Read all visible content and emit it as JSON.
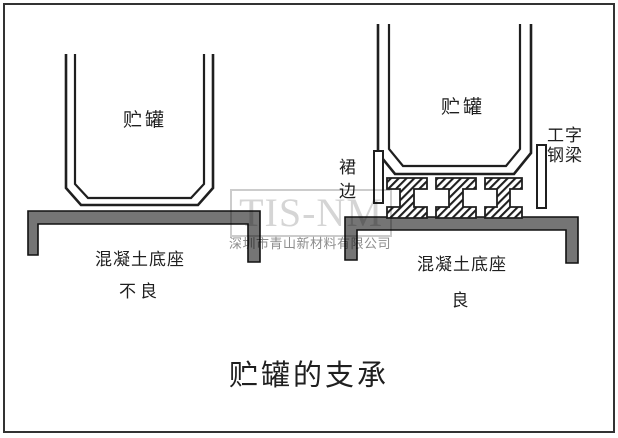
{
  "figure": {
    "title": "贮罐的支承"
  },
  "left_diagram": {
    "tank_label": "贮罐",
    "base_label": "混凝土底座",
    "verdict_label": "不良"
  },
  "right_diagram": {
    "tank_label": "贮罐",
    "skirt_label": "裙边",
    "beam_label": "工字钢梁",
    "base_label": "混凝土底座",
    "verdict_label": "良"
  },
  "watermark": {
    "logo_text": "TIS-NM",
    "company_name": "深圳市青山新材料有限公司"
  },
  "colors": {
    "line": "#1f1f1f",
    "base_fill": "#757575",
    "watermark_gray": "#d5d5d5",
    "company_gray": "#8d8d8d"
  }
}
